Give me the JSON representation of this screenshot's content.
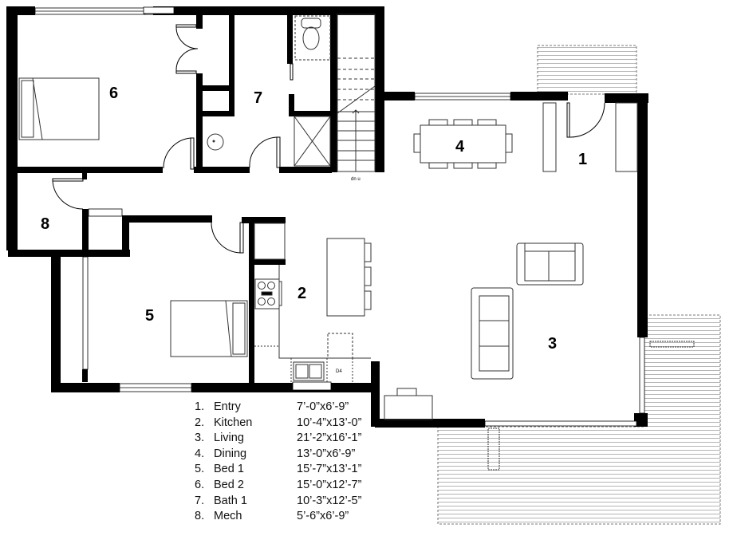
{
  "plan": {
    "rooms": [
      {
        "number": "1",
        "name": "Entry",
        "dims": "7’-0”x6’-9”"
      },
      {
        "number": "2",
        "name": "Kitchen",
        "dims": "10’-4”x13’-0”"
      },
      {
        "number": "3",
        "name": "Living",
        "dims": "21’-2”x16’-1”"
      },
      {
        "number": "4",
        "name": "Dining",
        "dims": "13’-0”x6’-9”"
      },
      {
        "number": "5",
        "name": "Bed 1",
        "dims": "15’-7”x13’-1”"
      },
      {
        "number": "6",
        "name": "Bed 2",
        "dims": "15’-0”x12’-7”"
      },
      {
        "number": "7",
        "name": "Bath 1",
        "dims": "10’-3”x12’-5”"
      },
      {
        "number": "8",
        "name": "Mech",
        "dims": "5’-6”x6’-9”"
      }
    ],
    "stair_label": "dn u",
    "dishwasher_label": "D4"
  },
  "legend": {
    "rows": [
      {
        "num": "1.",
        "name": "Entry",
        "dims": "7’-0”x6’-9”"
      },
      {
        "num": "2.",
        "name": "Kitchen",
        "dims": "10’-4”x13’-0”"
      },
      {
        "num": "3.",
        "name": "Living",
        "dims": "21’-2”x16’-1”"
      },
      {
        "num": "4.",
        "name": "Dining",
        "dims": "13’-0”x6’-9”"
      },
      {
        "num": "5.",
        "name": "Bed 1",
        "dims": "15’-7”x13’-1”"
      },
      {
        "num": "6.",
        "name": "Bed 2",
        "dims": "15’-0”x12’-7”"
      },
      {
        "num": "7.",
        "name": "Bath 1",
        "dims": "10’-3”x12’-5”"
      },
      {
        "num": "8.",
        "name": "Mech",
        "dims": "5’-6”x6’-9”"
      }
    ]
  },
  "colors": {
    "wall": "#000000",
    "fixture": "#333333",
    "deck_line": "#aaaaaa",
    "background": "#ffffff"
  }
}
